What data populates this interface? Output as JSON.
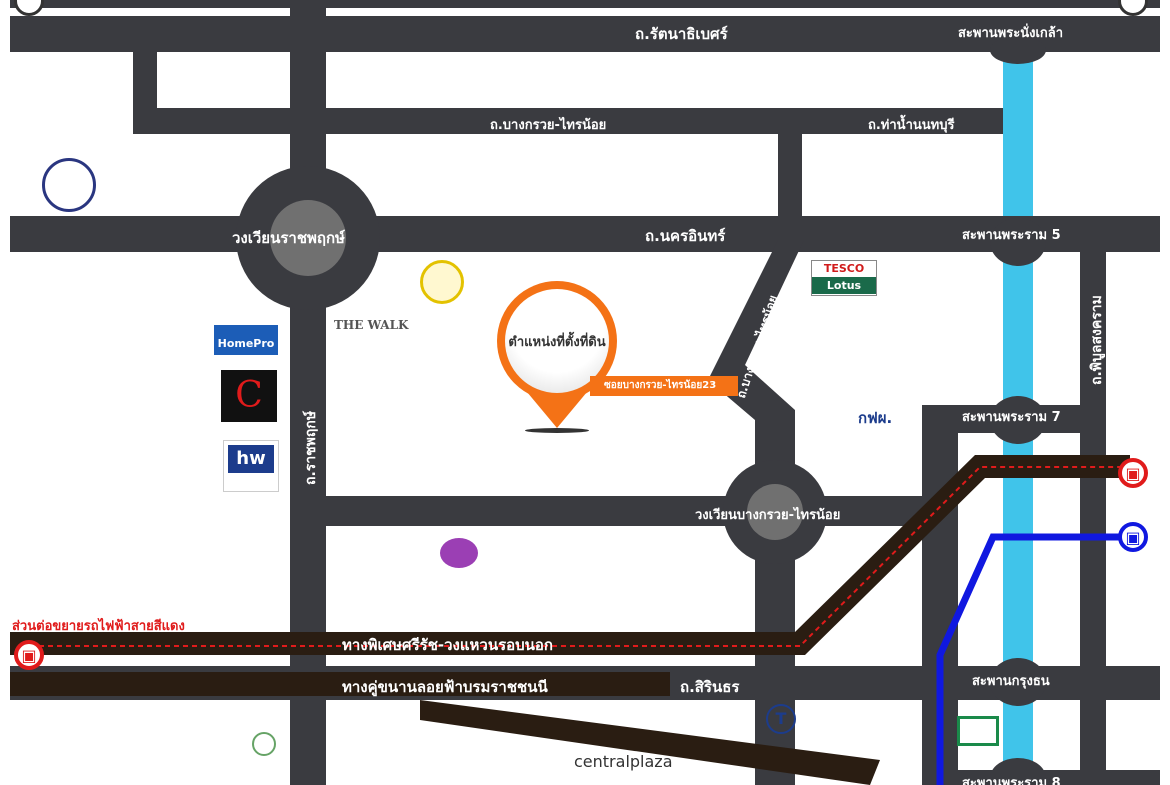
{
  "map": {
    "roads": {
      "rattanathibet": "ถ.รัตนาธิเบศร์",
      "bangkruai_sainoi": "ถ.บางกรวย-ไทรน้อย",
      "tha_nam_nonthaburi": "ถ.ท่าน้ำนนทบุรี",
      "nakhon_in": "ถ.นครอินทร์",
      "ratchaphruek_circle": "วงเวียนราชพฤกษ์",
      "ratchaphruek": "ถ.ราชพฤกษ์",
      "bangkruai_sainoi_vertical": "ถ.บางกรวย-ไทรน้อย",
      "phibun_songkhram": "ถ.พิบูลสงคราม",
      "bangkruai_sainoi_circle": "วงเวียนบางกรวย-ไทรน้อย",
      "expressway_outer_ring": "ทางพิเศษศรีรัช-วงแหวนรอบนอก",
      "parallel_road_borommaratchachonnani": "ทางคู่ขนานลอยฟ้าบรมราชชนนี",
      "sirindhorn": "ถ.สิรินธร"
    },
    "bridges": {
      "phra_nang_klao": "สะพานพระนั่งเกล้า",
      "rama5": "สะพานพระราม 5",
      "rama7": "สะพานพระราม 7",
      "krung_thon": "สะพานกรุงธน",
      "rama8": "สะพานพระราม 8"
    },
    "location": {
      "pin_label": "ตำแหน่งที่ตั้งที่ดิน",
      "soi_label": "ซอยบางกรวย-ไทรน้อย23"
    },
    "red_line_label": "ส่วนต่อขยายรถไฟฟ้าสายสีแดง",
    "landmarks": {
      "tesco_top": "TESCO",
      "tesco_bottom": "Lotus",
      "the_walk": "THE WALK",
      "homepro": "HomePro",
      "egat": "กฟผ.",
      "central_plaza": "centralplaza"
    },
    "colors": {
      "road": "#3a3b40",
      "river": "#40c4ea",
      "pin": "#f47216",
      "red_line": "#e01b1b",
      "blue_line": "#1018e0",
      "expressway": "#2a1d12"
    }
  }
}
